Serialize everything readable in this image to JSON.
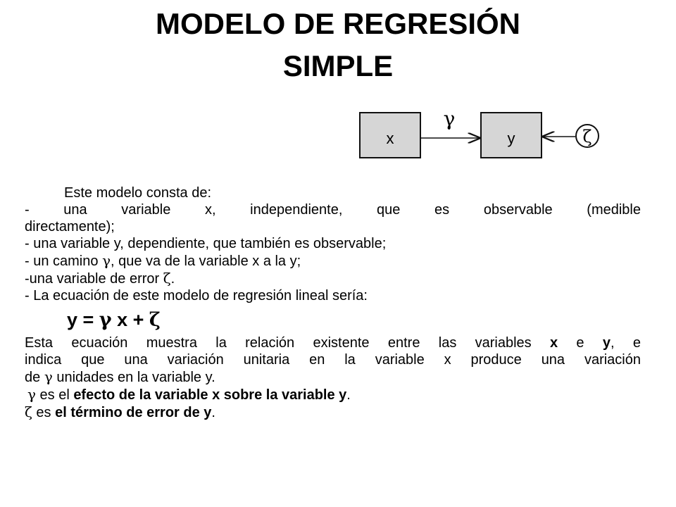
{
  "title": {
    "line1": "MODELO DE REGRESIÓN",
    "line2": "SIMPLE"
  },
  "diagram": {
    "box_x_label": "x",
    "box_y_label": "y",
    "path_symbol": "γ",
    "error_symbol": "ζ"
  },
  "body": {
    "intro": "Este modelo consta de:",
    "item1_line1": "- una variable x, independiente, que es observable (medible",
    "item1_line2": "directamente);",
    "item2": "- una variable y, dependiente, que también es observable;",
    "item3_prefix": "- un camino ",
    "item3_symbol": "γ",
    "item3_suffix": ", que va de la variable x a la y;",
    "item4_prefix": "-una variable de error ",
    "item4_symbol": "ζ",
    "item4_suffix": ".",
    "item5": "- La ecuación de este modelo de regresión lineal sería:",
    "equation": {
      "lhs": "y = ",
      "gamma": "γ",
      "mid": " x + ",
      "zeta": "ζ"
    },
    "para1_line1_a": "Esta ecuación muestra la relación existente entre las variables ",
    "para1_line1_x": "x",
    "para1_line1_b": " e ",
    "para1_line1_y": "y",
    "para1_line1_c": ", e",
    "para1_line2": "indica que una variación unitaria en la variable x produce una variación",
    "para1_line3_a": "de ",
    "para1_line3_gamma": "γ",
    "para1_line3_b": "  unidades en la variable y.",
    "gamma_line": {
      "symbol": "γ",
      "text": " es el ",
      "bold": "efecto de la variable x sobre la variable y",
      "end": "."
    },
    "zeta_line": {
      "symbol": "ζ",
      "text": " es ",
      "bold": "el término de error de y",
      "end": "."
    }
  }
}
